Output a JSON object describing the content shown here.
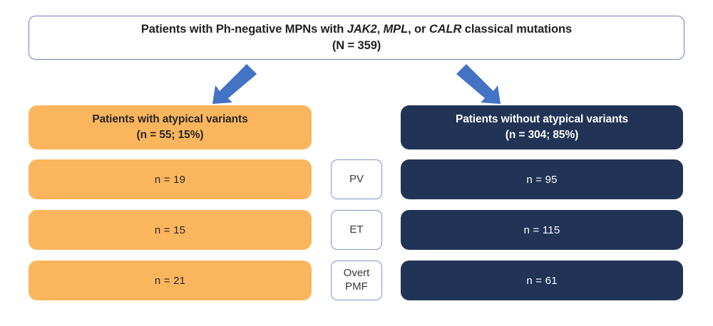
{
  "header": {
    "line1_prefix": "Patients with Ph-negative MPNs with ",
    "gene1": "JAK2",
    "sep1": ", ",
    "gene2": "MPL",
    "sep2": ", or ",
    "gene3": "CALR",
    "line1_suffix": " classical mutations",
    "line2": "(N = 359)",
    "border_color": "#6a83c0"
  },
  "arrows": {
    "left": {
      "name": "down-left-arrow",
      "color": "#4472C4",
      "direction": "down-left"
    },
    "right": {
      "name": "down-right-arrow",
      "color": "#4472C4",
      "direction": "down-right"
    }
  },
  "left_branch": {
    "title_line1": "Patients with atypical variants",
    "title_line2": "(n = 55; 15%)",
    "color": "#FBB65D",
    "values": [
      "n = 19",
      "n = 15",
      "n = 21"
    ]
  },
  "right_branch": {
    "title_line1": "Patients without atypical variants",
    "title_line2": "(n = 304; 85%)",
    "color": "#213456",
    "values": [
      "n = 95",
      "n = 115",
      "n = 61"
    ]
  },
  "middle_labels": [
    {
      "line1": "PV",
      "line2": ""
    },
    {
      "line1": "ET",
      "line2": ""
    },
    {
      "line1": "Overt",
      "line2": "PMF"
    }
  ],
  "chart_data": {
    "type": "table",
    "title": "Patients with Ph-negative MPNs with JAK2, MPL, or CALR classical mutations (N = 359)",
    "categories": [
      "PV",
      "ET",
      "Overt PMF"
    ],
    "series": [
      {
        "name": "Patients with atypical variants (n = 55; 15%)",
        "values": [
          19,
          15,
          21
        ]
      },
      {
        "name": "Patients without atypical variants (n = 304; 85%)",
        "values": [
          95,
          115,
          61
        ]
      }
    ],
    "total": 359
  }
}
